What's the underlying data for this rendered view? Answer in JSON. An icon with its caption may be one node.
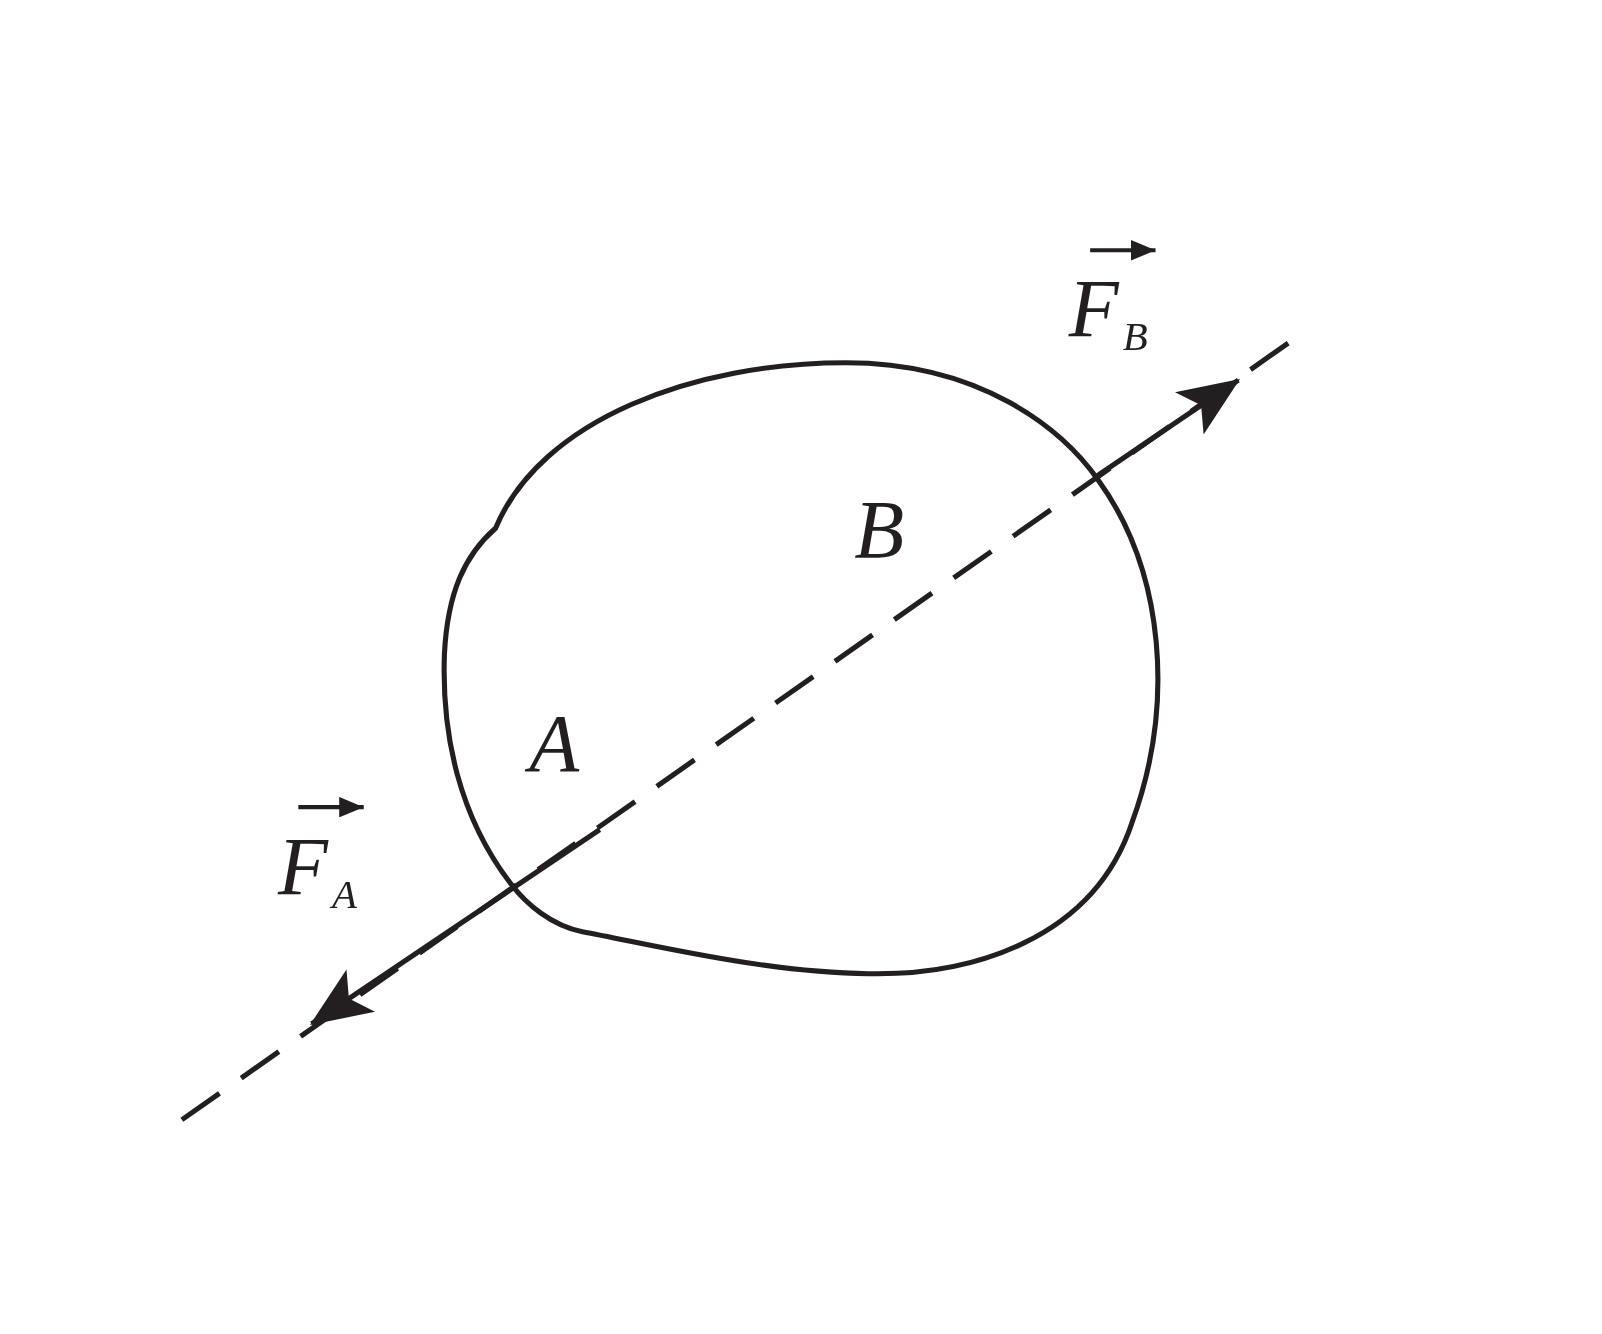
{
  "diagram": {
    "labels": [
      "F$_{B}$",
      "B",
      "A",
      "F$_{A}$"
    ]
  }
}
